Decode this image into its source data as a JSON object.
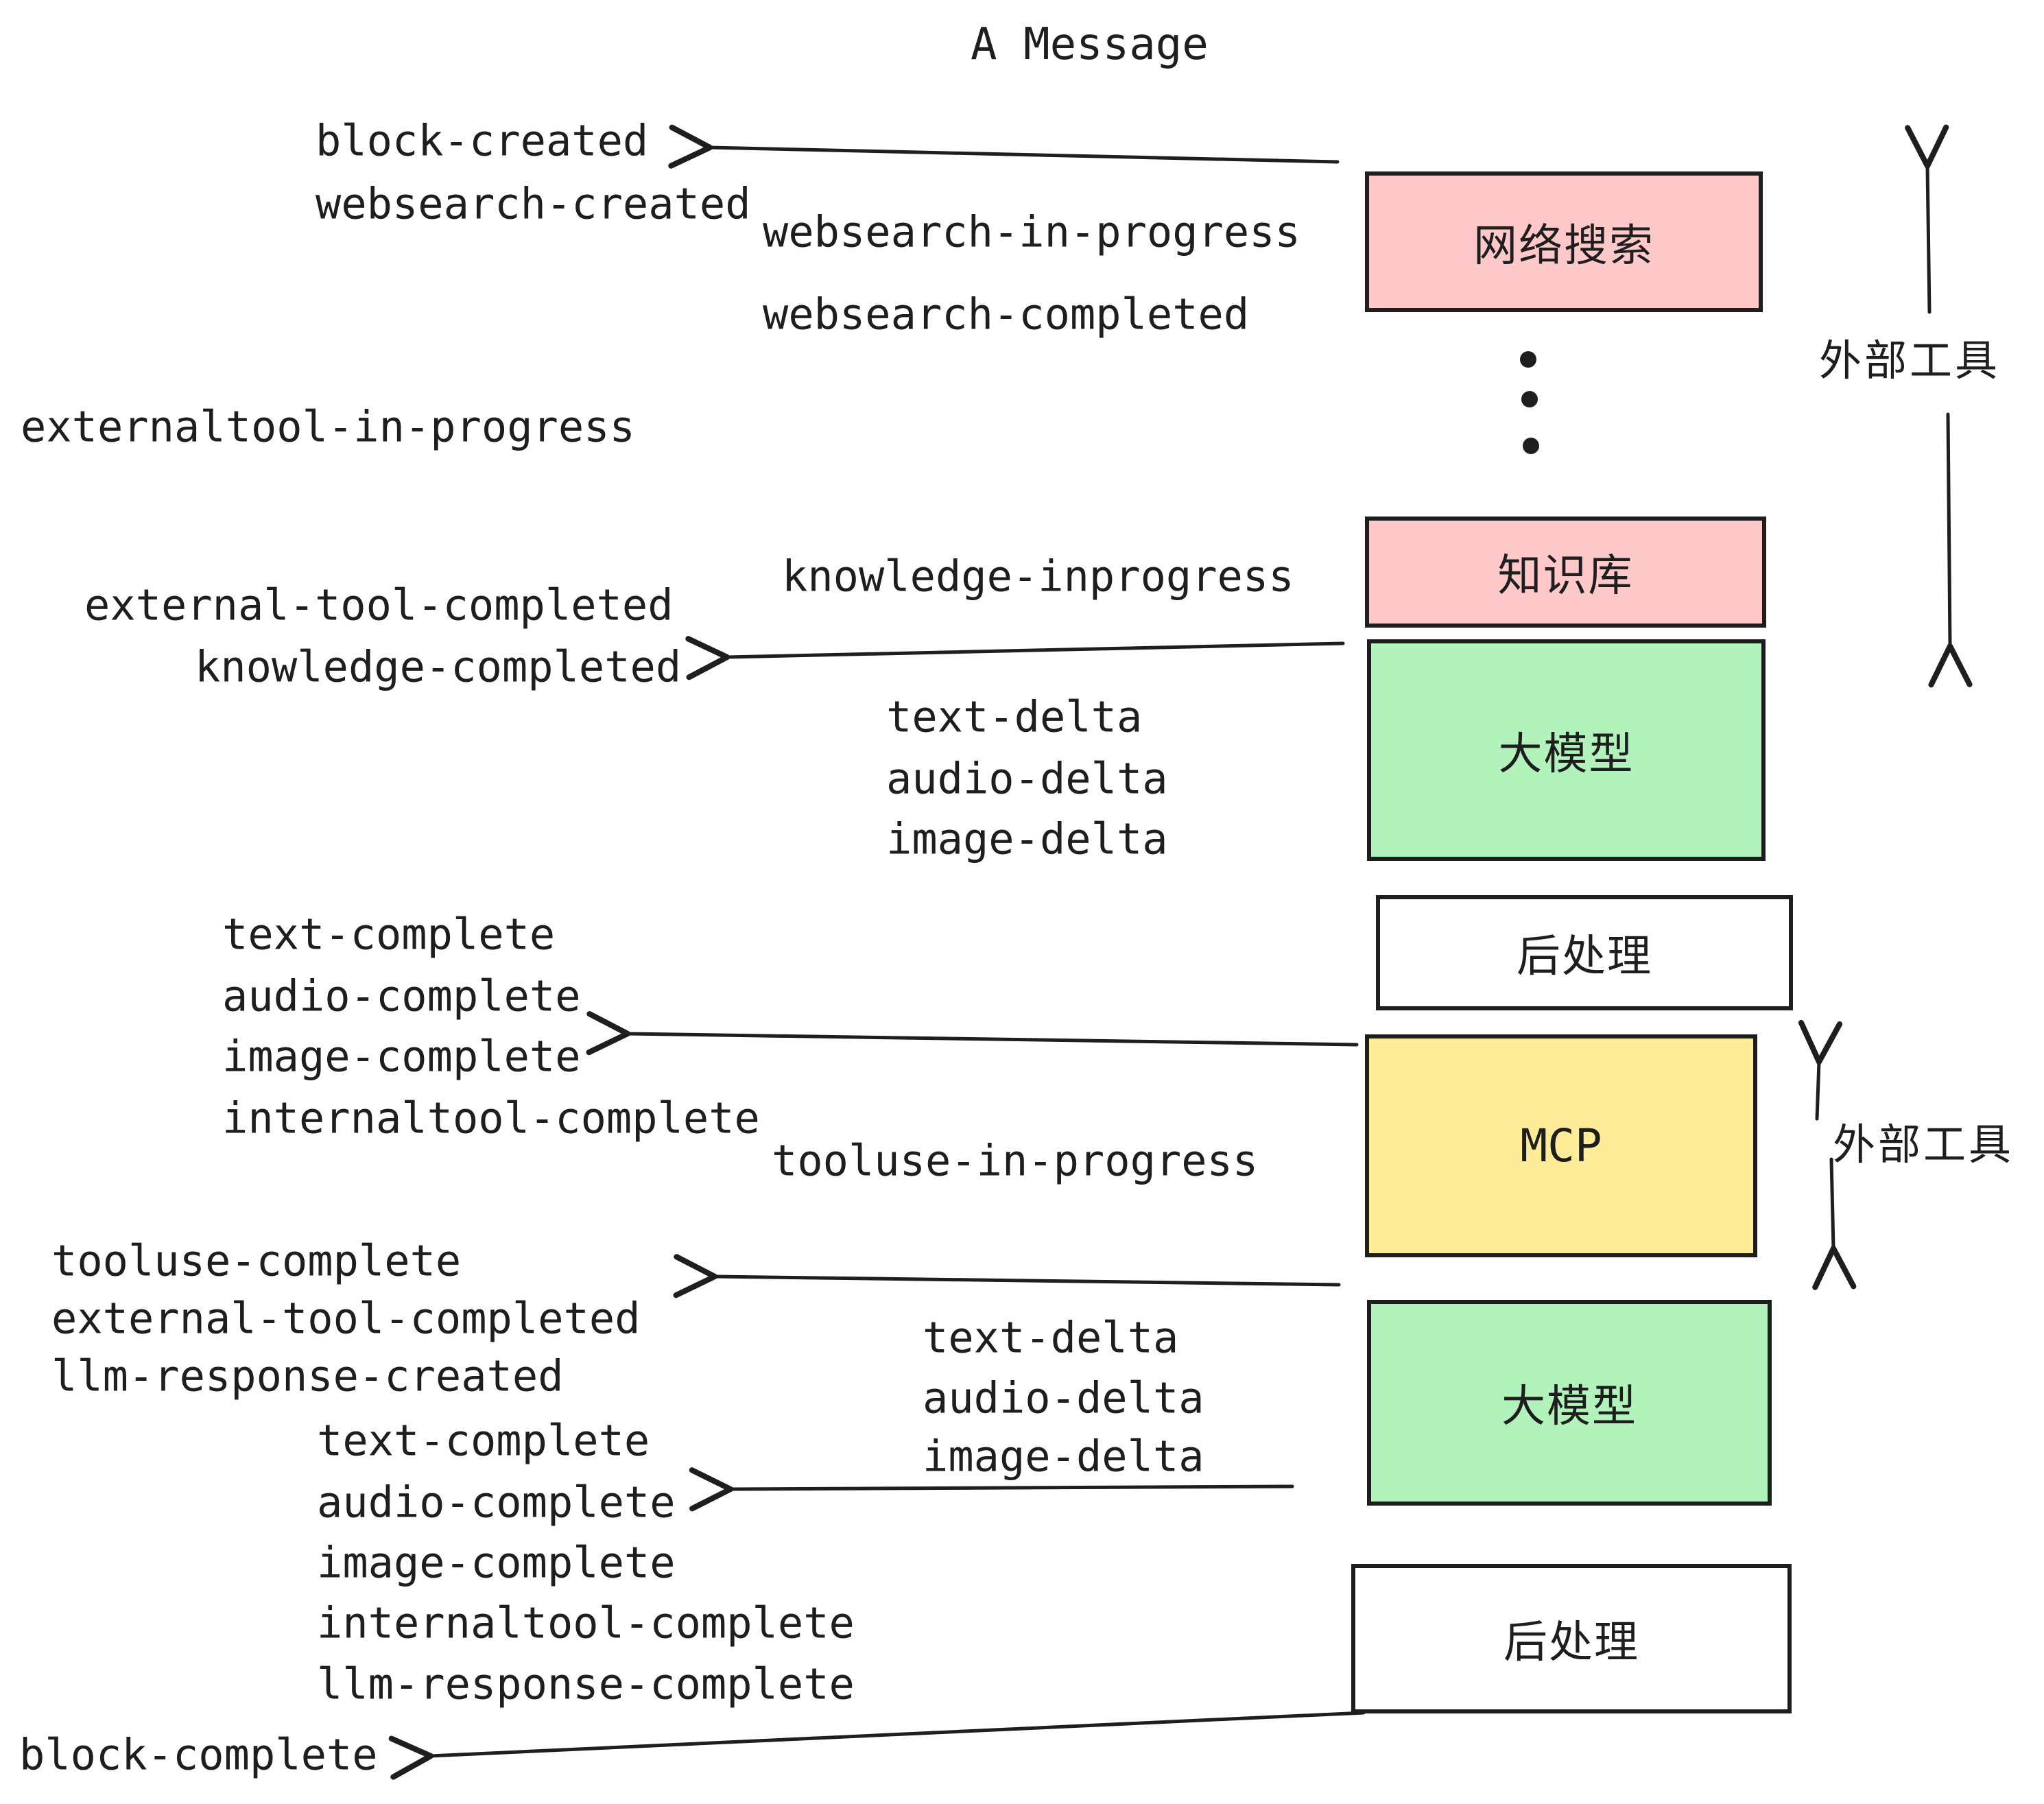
{
  "title": "A Message",
  "colors": {
    "ink": "#1e1e1e",
    "box_pink": "#ffc9c9",
    "box_green": "#b2f2bb",
    "box_yellow": "#ffec99",
    "box_white": "#ffffff"
  },
  "boxes": [
    {
      "label": "网络搜索",
      "color": "#ffc9c9"
    },
    {
      "label": "知识库",
      "color": "#ffc9c9"
    },
    {
      "label": "大模型",
      "color": "#b2f2bb"
    },
    {
      "label": "后处理",
      "color": "#ffffff"
    },
    {
      "label": "MCP",
      "color": "#ffec99"
    },
    {
      "label": "大模型",
      "color": "#b2f2bb"
    },
    {
      "label": "后处理",
      "color": "#ffffff"
    }
  ],
  "events": [
    {
      "text": "block-created"
    },
    {
      "text": "websearch-created"
    },
    {
      "text": "websearch-in-progress"
    },
    {
      "text": "websearch-completed"
    },
    {
      "text": "externaltool-in-progress"
    },
    {
      "text": "knowledge-inprogress"
    },
    {
      "text": "external-tool-completed"
    },
    {
      "text": "knowledge-completed"
    },
    {
      "text": "text-delta"
    },
    {
      "text": "audio-delta"
    },
    {
      "text": "image-delta"
    },
    {
      "text": "text-complete"
    },
    {
      "text": "audio-complete"
    },
    {
      "text": "image-complete"
    },
    {
      "text": "internaltool-complete"
    },
    {
      "text": "tooluse-in-progress"
    },
    {
      "text": "tooluse-complete"
    },
    {
      "text": "external-tool-completed"
    },
    {
      "text": "llm-response-created"
    },
    {
      "text": "text-delta"
    },
    {
      "text": "audio-delta"
    },
    {
      "text": "image-delta"
    },
    {
      "text": "text-complete"
    },
    {
      "text": "audio-complete"
    },
    {
      "text": "image-complete"
    },
    {
      "text": "internaltool-complete"
    },
    {
      "text": "llm-response-complete"
    },
    {
      "text": "block-complete"
    }
  ],
  "annotations": [
    {
      "text": "外部工具"
    },
    {
      "text": "外部工具"
    }
  ]
}
